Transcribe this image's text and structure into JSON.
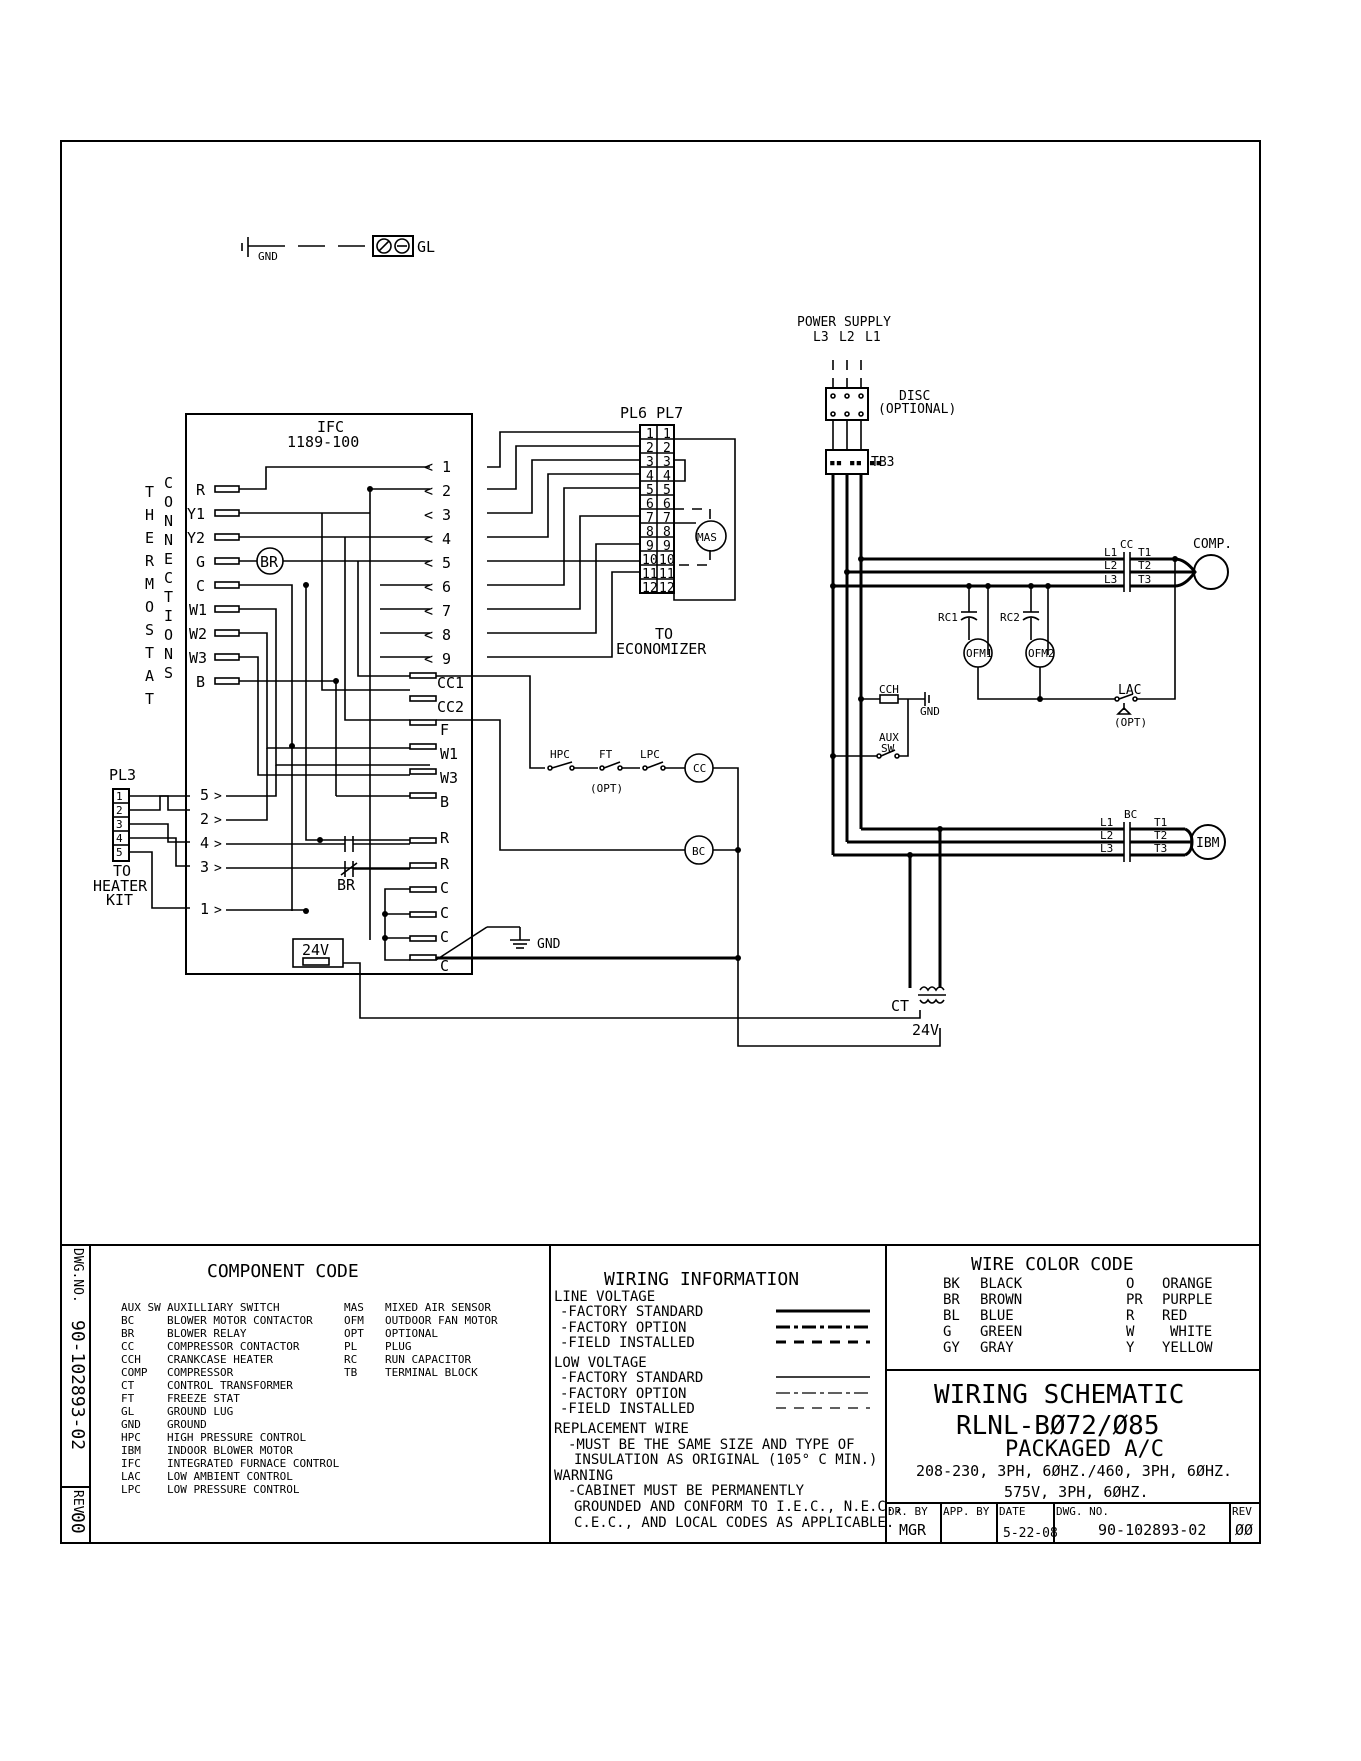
{
  "schematic": {
    "ground_lug": {
      "gnd": "GND",
      "gl": "GL"
    },
    "power_supply": {
      "title": "POWER SUPPLY",
      "lines": [
        "L3",
        "L2",
        "L1"
      ]
    },
    "disc": {
      "label": "DISC",
      "optional": "(OPTIONAL)"
    },
    "tb3": "TB3",
    "ifc": {
      "title": "IFC",
      "part": "1189-100",
      "pins": [
        "1",
        "2",
        "3",
        "4",
        "5",
        "6",
        "7",
        "8",
        "9"
      ],
      "terminals": [
        "CC1",
        "CC2",
        "F",
        "W1",
        "W3",
        "B",
        "R",
        "R",
        "C",
        "C",
        "C",
        "C"
      ],
      "v24": "24V"
    },
    "thermostat": {
      "label_a": "THERMOSTAT",
      "label_b": "CONNECTIONS",
      "terminals": [
        "R",
        "Y1",
        "Y2",
        "G",
        "C",
        "W1",
        "W2",
        "W3",
        "B"
      ]
    },
    "br": "BR",
    "pl6_pl7": {
      "label": "PL6 PL7",
      "rows": [
        "1",
        "2",
        "3",
        "4",
        "5",
        "6",
        "7",
        "8",
        "9",
        "10",
        "11",
        "12"
      ],
      "to": "TO",
      "dest": "ECONOMIZER"
    },
    "mas": "MAS",
    "pl3": {
      "label": "PL3",
      "pins": [
        "1",
        "2",
        "3",
        "4",
        "5"
      ],
      "to": "TO",
      "dest_a": "HEATER",
      "dest_b": "KIT",
      "ifc_side": [
        "5",
        "2",
        "4",
        "3",
        "1"
      ]
    },
    "safeties": {
      "hpc": "HPC",
      "ft": "FT",
      "lpc": "LPC",
      "opt": "(OPT)",
      "cc": "CC"
    },
    "bc": "BC",
    "gnd": "GND",
    "ct": {
      "label": "CT",
      "v": "24V"
    },
    "compressor": {
      "cc": "CC",
      "l": [
        "L1",
        "L2",
        "L3"
      ],
      "t": [
        "T1",
        "T2",
        "T3"
      ],
      "comp": "COMP."
    },
    "fans": {
      "rc1": "RC1",
      "rc2": "RC2",
      "ofm1": "OFM1",
      "ofm2": "OFM2",
      "lac": "LAC",
      "opt": "(OPT)"
    },
    "cch": {
      "label": "CCH",
      "gnd": "GND",
      "aux": "AUX",
      "sw": "SW"
    },
    "blower": {
      "bc": "BC",
      "l": [
        "L1",
        "L2",
        "L3"
      ],
      "t": [
        "T1",
        "T2",
        "T3"
      ],
      "ibm": "IBM"
    }
  },
  "title_block": {
    "side": {
      "dwg_no_label": "DWG.NO.",
      "dwg_no": "90-102893-02",
      "rev_label": "REV",
      "rev": "00"
    },
    "component_code": {
      "title": "COMPONENT CODE",
      "left": [
        {
          "code": "AUX SW",
          "desc": "AUXILLIARY SWITCH"
        },
        {
          "code": "BC",
          "desc": "BLOWER MOTOR CONTACTOR"
        },
        {
          "code": "BR",
          "desc": "BLOWER RELAY"
        },
        {
          "code": "CC",
          "desc": "COMPRESSOR CONTACTOR"
        },
        {
          "code": "CCH",
          "desc": "CRANKCASE HEATER"
        },
        {
          "code": "COMP",
          "desc": "COMPRESSOR"
        },
        {
          "code": "CT",
          "desc": "CONTROL TRANSFORMER"
        },
        {
          "code": "FT",
          "desc": "FREEZE STAT"
        },
        {
          "code": "GL",
          "desc": "GROUND LUG"
        },
        {
          "code": "GND",
          "desc": "GROUND"
        },
        {
          "code": "HPC",
          "desc": "HIGH PRESSURE CONTROL"
        },
        {
          "code": "IBM",
          "desc": "INDOOR BLOWER MOTOR"
        },
        {
          "code": "IFC",
          "desc": "INTEGRATED FURNACE CONTROL"
        },
        {
          "code": "LAC",
          "desc": "LOW AMBIENT CONTROL"
        },
        {
          "code": "LPC",
          "desc": "LOW PRESSURE CONTROL"
        }
      ],
      "right": [
        {
          "code": "MAS",
          "desc": "MIXED AIR SENSOR"
        },
        {
          "code": "OFM",
          "desc": "OUTDOOR FAN MOTOR"
        },
        {
          "code": "OPT",
          "desc": "OPTIONAL"
        },
        {
          "code": "PL",
          "desc": "PLUG"
        },
        {
          "code": "RC",
          "desc": "RUN CAPACITOR"
        },
        {
          "code": "TB",
          "desc": "TERMINAL BLOCK"
        }
      ]
    },
    "wiring_info": {
      "title": "WIRING INFORMATION",
      "line_voltage": "LINE VOLTAGE",
      "lv_items": [
        "-FACTORY STANDARD",
        "-FACTORY OPTION",
        "-FIELD INSTALLED"
      ],
      "low_voltage": "LOW VOLTAGE",
      "low_items": [
        "-FACTORY STANDARD",
        "-FACTORY OPTION",
        "-FIELD INSTALLED"
      ],
      "replacement": "REPLACEMENT WIRE",
      "replacement_text": [
        "-MUST BE THE SAME SIZE AND TYPE OF",
        "INSULATION AS ORIGINAL (105° C MIN.)"
      ],
      "warning": "WARNING",
      "warning_text": [
        "-CABINET MUST BE PERMANENTLY",
        "GROUNDED AND CONFORM TO I.E.C., N.E.C.,",
        "C.E.C., AND LOCAL CODES AS APPLICABLE."
      ]
    },
    "wire_color_code": {
      "title": "WIRE COLOR CODE",
      "left": [
        {
          "code": "BK",
          "color": "BLACK"
        },
        {
          "code": "BR",
          "color": "BROWN"
        },
        {
          "code": "BL",
          "color": "BLUE"
        },
        {
          "code": "G",
          "color": "GREEN"
        },
        {
          "code": "GY",
          "color": "GRAY"
        }
      ],
      "right": [
        {
          "code": "O",
          "color": "ORANGE"
        },
        {
          "code": "PR",
          "color": "PURPLE"
        },
        {
          "code": "R",
          "color": "RED"
        },
        {
          "code": "W",
          "color": "WHITE"
        },
        {
          "code": "Y",
          "color": "YELLOW"
        }
      ]
    },
    "title": {
      "t1": "WIRING SCHEMATIC",
      "t2": "RLNL-BØ72/Ø85",
      "t3": "PACKAGED A/C",
      "t4": "208-230, 3PH, 6ØHZ./460, 3PH, 6ØHZ.",
      "t5": "575V, 3PH, 6ØHZ."
    },
    "footer": {
      "dr_by_label": "DR. BY",
      "dr_by": "MGR",
      "app_by_label": "APP. BY",
      "app_by": "",
      "date_label": "DATE",
      "date": "5-22-08",
      "dwg_no_label": "DWG. NO.",
      "dwg_no": "90-102893-02",
      "rev_label": "REV",
      "rev": "ØØ"
    }
  }
}
